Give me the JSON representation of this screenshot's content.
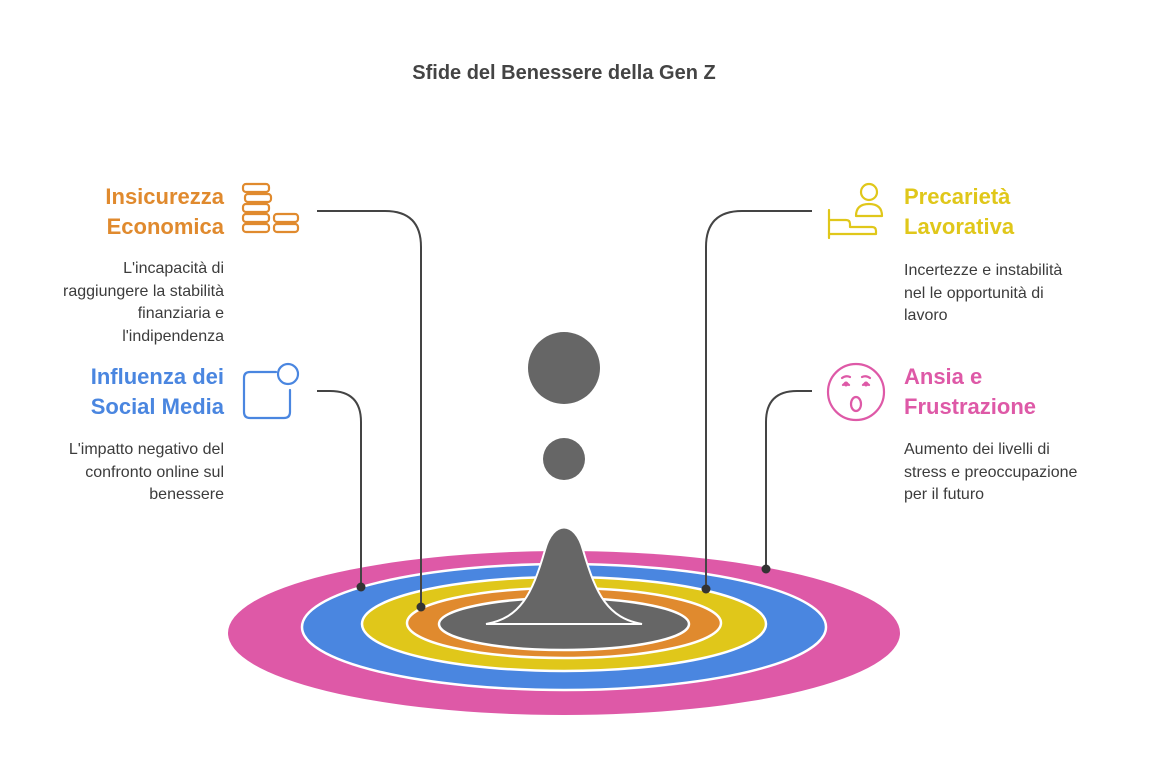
{
  "title": "Sfide del Benessere della Gen Z",
  "colors": {
    "economic": "#e08a2e",
    "work": "#e0c71a",
    "social": "#4a86e0",
    "anxiety": "#de59a7",
    "core": "#666666"
  },
  "items": [
    {
      "heading_line1": "Insicurezza",
      "heading_line2": "Economica",
      "description": [
        "L'incapacità di",
        "raggiungere la stabilità",
        "finanziaria e",
        "l'indipendenza"
      ],
      "icon": "coins-stack-icon"
    },
    {
      "heading_line1": "Precarietà",
      "heading_line2": "Lavorativa",
      "description": [
        "Incertezze e instabilità",
        "nel le opportunità di",
        "lavoro"
      ],
      "icon": "person-hand-icon"
    },
    {
      "heading_line1": "Influenza dei",
      "heading_line2": "Social Media",
      "description": [
        "L'impatto negativo del",
        "confronto online sul",
        "benessere"
      ],
      "icon": "app-notification-icon"
    },
    {
      "heading_line1": "Ansia e",
      "heading_line2": "Frustrazione",
      "description": [
        "Aumento dei livelli di",
        "stress e preoccupazione",
        "per il futuro"
      ],
      "icon": "worried-face-icon"
    }
  ]
}
